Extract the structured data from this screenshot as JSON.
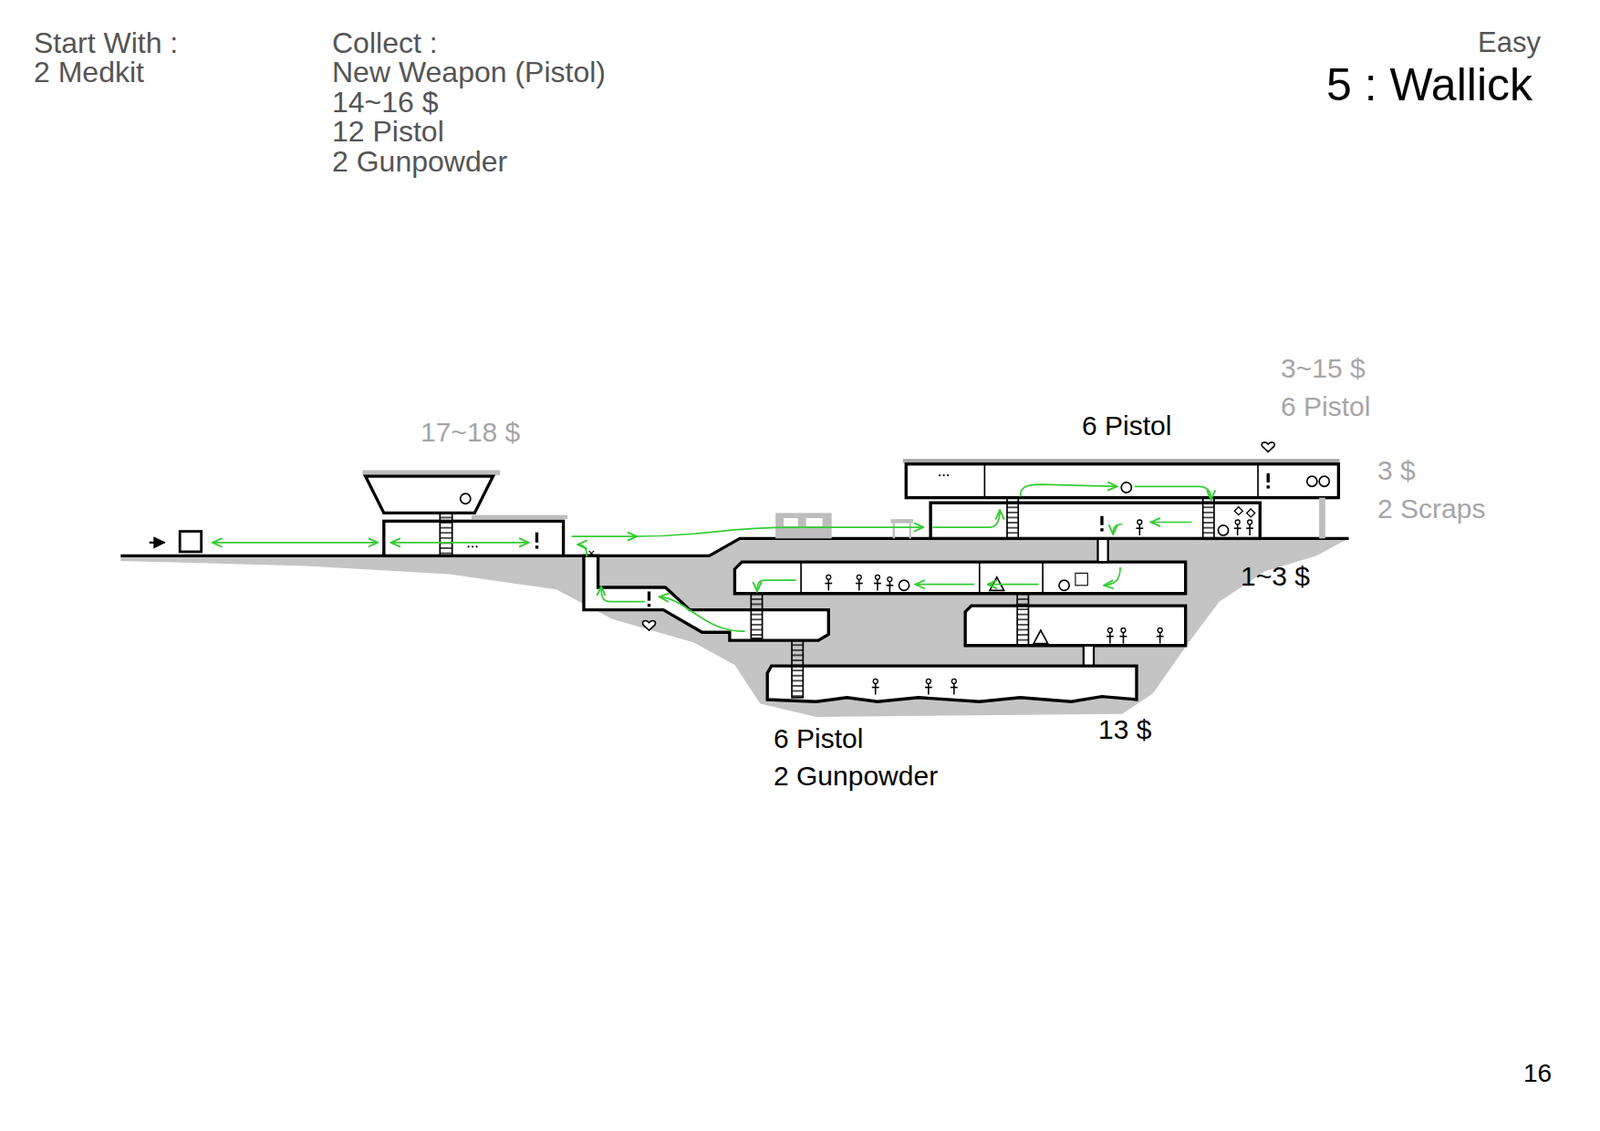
{
  "diagram": {
    "title": "5 : Wallick",
    "labels": [
      "Easy",
      "Start With :",
      "2 Medkit",
      "Collect :",
      "New Weapon (Pistol)",
      "14~16 $",
      "12 Pistol",
      "2 Gunpowder",
      "17~18 $",
      "6 Pistol",
      "3~15 $",
      "6 Pistol",
      "3 $",
      "2 Scraps",
      "1~3 $",
      "13 $",
      "6 Pistol",
      "2 Gunpowder",
      "16"
    ]
  }
}
